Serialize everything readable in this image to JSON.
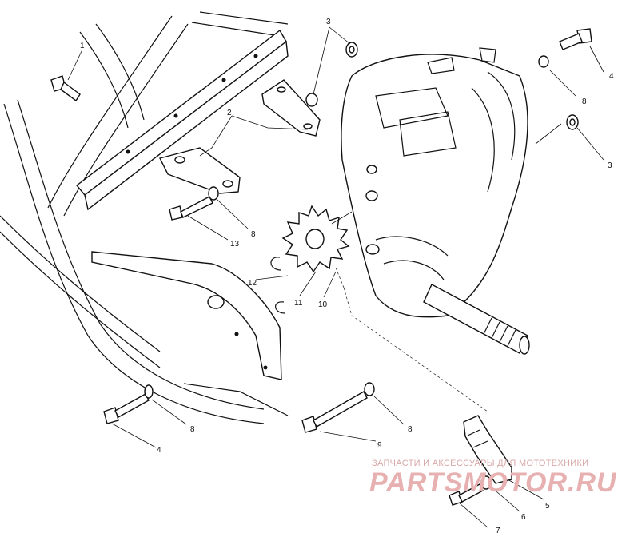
{
  "callouts": {
    "c1": "1",
    "c2": "2",
    "c3a": "3",
    "c3b": "3",
    "c4a": "4",
    "c4b": "4",
    "c5": "5",
    "c6": "6",
    "c7": "7",
    "c8a": "8",
    "c8b": "8",
    "c8c": "8",
    "c8d": "8",
    "c9": "9",
    "c10": "10",
    "c11": "11",
    "c12": "12",
    "c13": "13"
  },
  "watermark": {
    "line1": "ЗАПЧАСТИ И АКСЕССУАРЫ ДЛЯ МОТОТЕХНИКИ",
    "line2": "PARTSMOTOR.RU"
  }
}
